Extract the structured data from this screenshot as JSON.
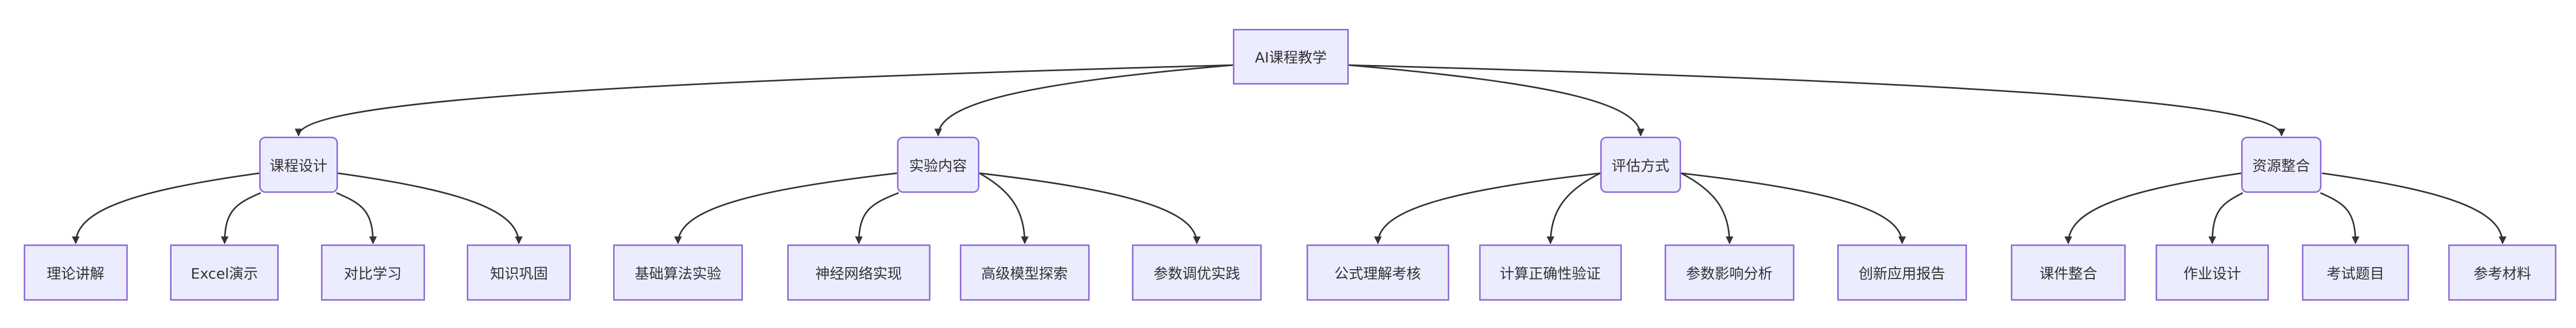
{
  "diagram": {
    "type": "flowchart-TD",
    "colors": {
      "node_fill": "#ECECFF",
      "node_border": "#9370DB",
      "edge": "#333333",
      "text": "#333333"
    },
    "root": {
      "label": "AI课程教学"
    },
    "branches": [
      {
        "label": "课程设计",
        "children": [
          "理论讲解",
          "Excel演示",
          "对比学习",
          "知识巩固"
        ]
      },
      {
        "label": "实验内容",
        "children": [
          "基础算法实验",
          "神经网络实现",
          "高级模型探索",
          "参数调优实践"
        ]
      },
      {
        "label": "评估方式",
        "children": [
          "公式理解考核",
          "计算正确性验证",
          "参数影响分析",
          "创新应用报告"
        ]
      },
      {
        "label": "资源整合",
        "children": [
          "课件整合",
          "作业设计",
          "考试题目",
          "参考材料"
        ]
      }
    ]
  }
}
